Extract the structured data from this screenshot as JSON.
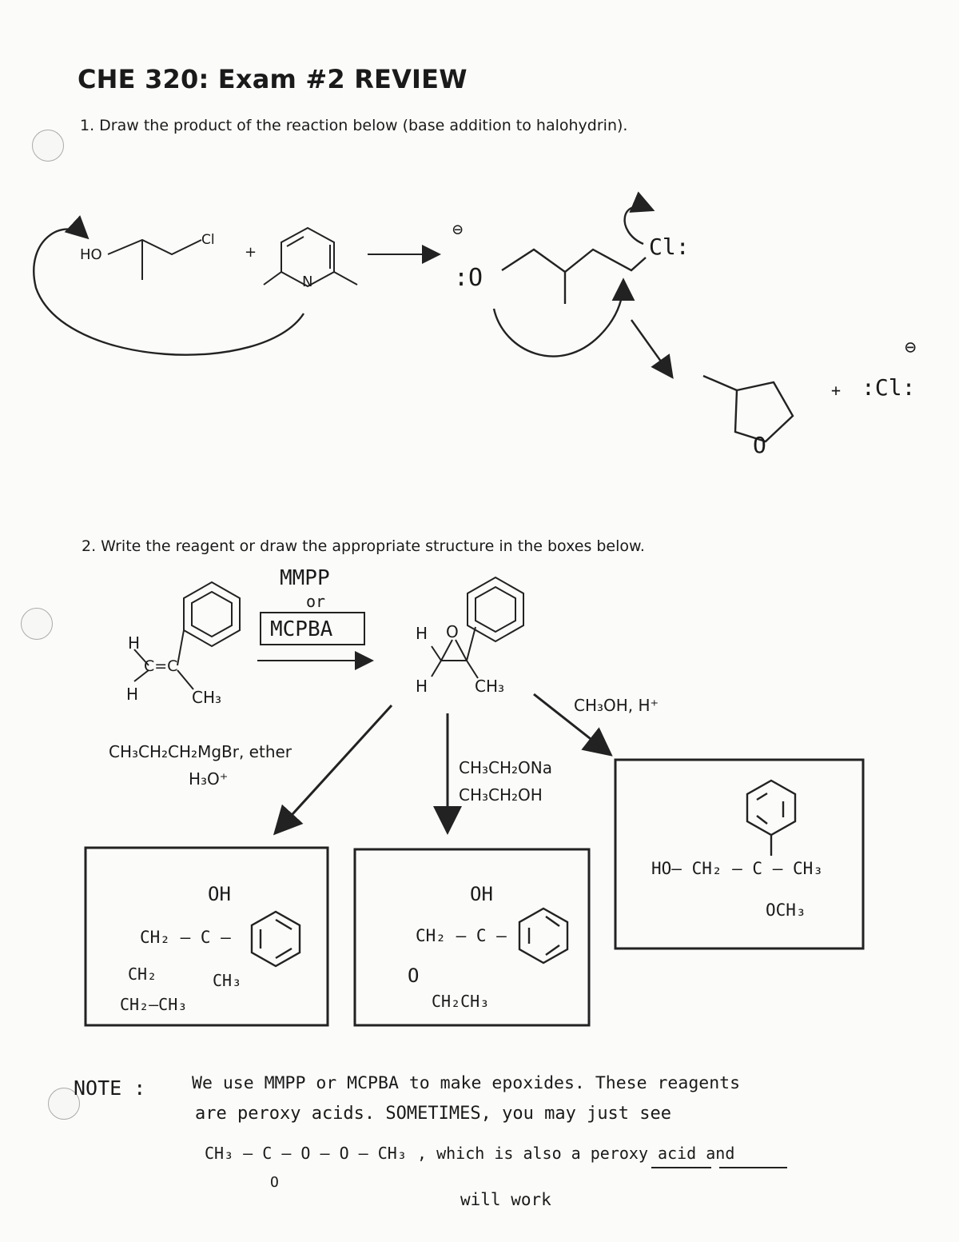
{
  "title": "CHE 320:  Exam #2 REVIEW",
  "q1": {
    "text": "1. Draw the product of the reaction below (base addition to halohydrin).",
    "reactant_ho": "HO",
    "reactant_cl": "Cl",
    "plus": "+",
    "pyridine_n": "N",
    "intermediate_o": ":O",
    "intermediate_cl": "Cl:",
    "minus": "⊖",
    "product_o": "O",
    "product_plus": "+",
    "product_cl": ":Cl:"
  },
  "q2": {
    "text": "2.  Write the reagent or draw the appropriate structure in the boxes below.",
    "reagent_top": "MMPP",
    "reagent_or": "or",
    "reagent_box": "MCPBA",
    "alkene_h1": "H",
    "alkene_h2": "H",
    "alkene_cc": "C=C",
    "alkene_ch3": "CH₃",
    "epox_h1": "H",
    "epox_o": "O",
    "epox_h2": "H",
    "epox_ch3": "CH₃",
    "left_reagent_1": "CH₃CH₂CH₂MgBr, ether",
    "left_reagent_2": "H₃O⁺",
    "mid_reagent_1": "CH₃CH₂ONa",
    "mid_reagent_2": "CH₃CH₂OH",
    "right_reagent": "CH₃OH, H⁺",
    "box1": {
      "oh": "OH",
      "line1": "CH₂ – C –",
      "line2": "CH₂",
      "line3": "CH₂–CH₃",
      "ch3": "CH₃"
    },
    "box2": {
      "oh": "OH",
      "line1": "CH₂ – C –",
      "o": "O",
      "line2": "CH₂CH₃"
    },
    "box3": {
      "line1": "HO– CH₂ – C – CH₃",
      "line2": "OCH₃"
    }
  },
  "note": {
    "label": "NOTE :",
    "line1": "We use MMPP or MCPBA to make epoxides. These reagents",
    "line2": "are peroxy acids. SOMETIMES, you may just see",
    "line3a": "CH₃ – C – O – O – CH₃",
    "line3b": ", which is also a peroxy acid and",
    "line3c": "O",
    "line4": "will work"
  }
}
